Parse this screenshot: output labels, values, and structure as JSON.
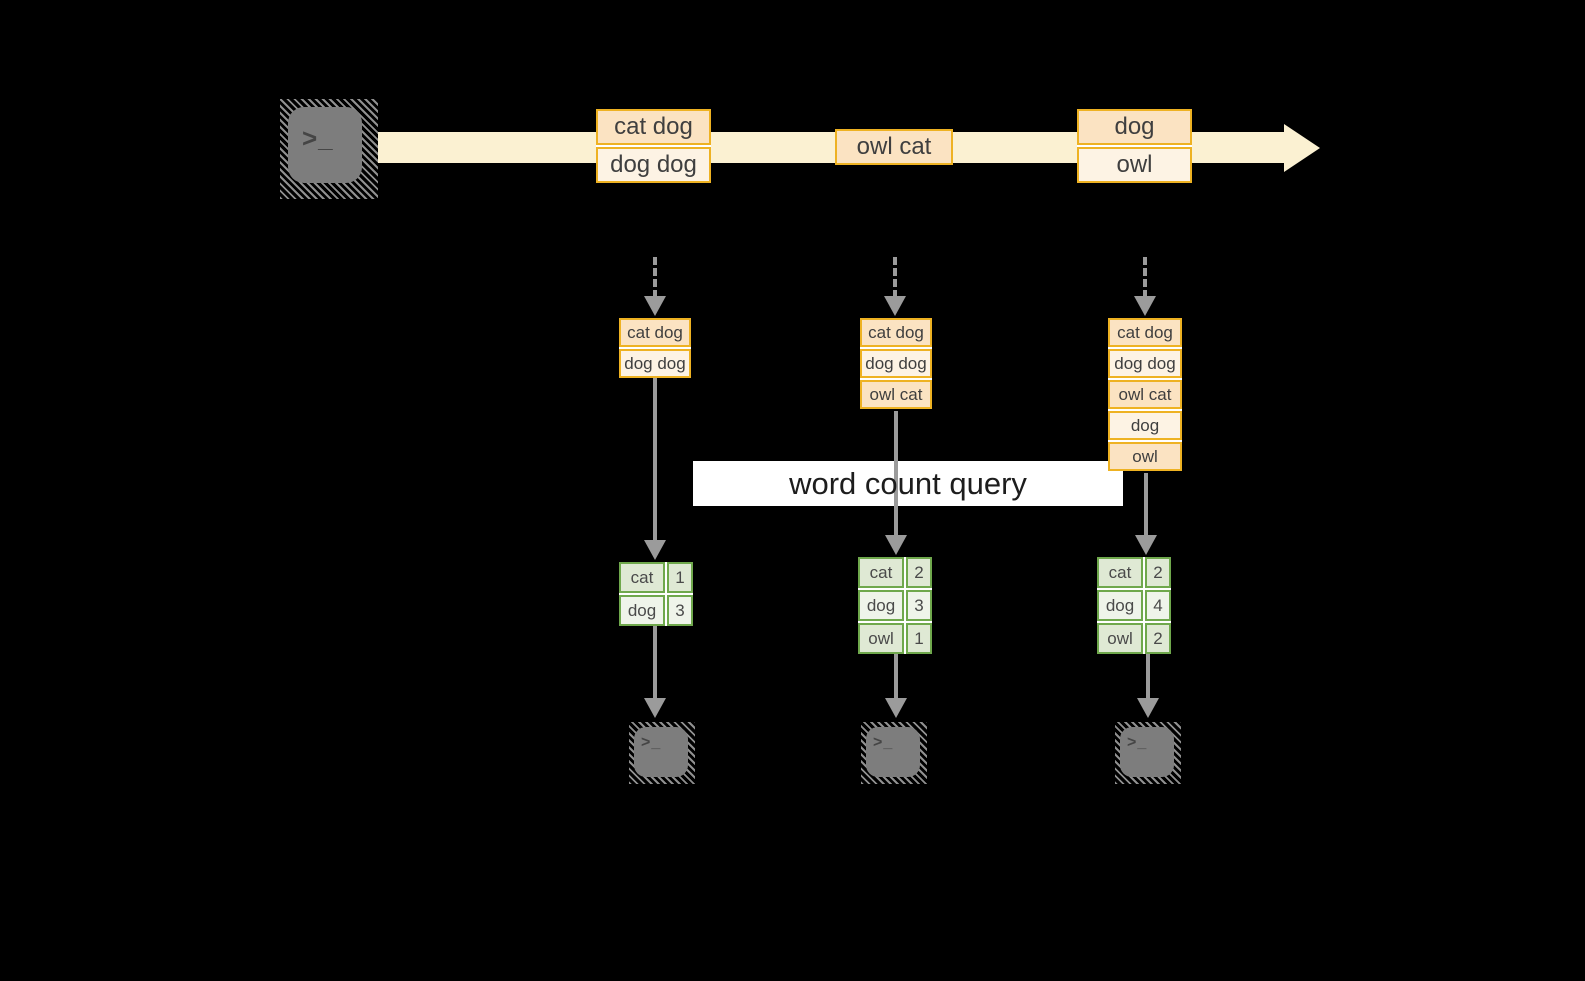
{
  "query_label": "word count query",
  "terminal": {
    "prompt": ">_"
  },
  "stream": {
    "events": [
      {
        "lines": [
          "cat dog",
          "dog dog"
        ]
      },
      {
        "lines": [
          "owl cat"
        ]
      },
      {
        "lines": [
          "dog",
          "owl"
        ]
      }
    ]
  },
  "columns": [
    {
      "buffer": [
        "cat dog",
        "dog dog"
      ],
      "counts": [
        {
          "word": "cat",
          "count": 1
        },
        {
          "word": "dog",
          "count": 3
        }
      ]
    },
    {
      "buffer": [
        "cat dog",
        "dog dog",
        "owl cat"
      ],
      "counts": [
        {
          "word": "cat",
          "count": 2
        },
        {
          "word": "dog",
          "count": 3
        },
        {
          "word": "owl",
          "count": 1
        }
      ]
    },
    {
      "buffer": [
        "cat dog",
        "dog dog",
        "owl cat",
        "dog",
        "owl"
      ],
      "counts": [
        {
          "word": "cat",
          "count": 2
        },
        {
          "word": "dog",
          "count": 4
        },
        {
          "word": "owl",
          "count": 2
        }
      ]
    }
  ],
  "colors": {
    "background": "#000000",
    "stream_band": "#fbf1d2",
    "box_border_orange": "#eeb222",
    "box_fill_peach": "#fbe3c2",
    "box_fill_cream": "#fdf3e4",
    "table_border_green": "#6fa84c",
    "table_fill_green": "#dfe9d4",
    "table_fill_light": "#eff4ea",
    "arrow_gray": "#9b9b9b",
    "terminal_gray": "#7d7d7d",
    "label_bg": "#ffffff",
    "text": "#3f3f3f"
  }
}
